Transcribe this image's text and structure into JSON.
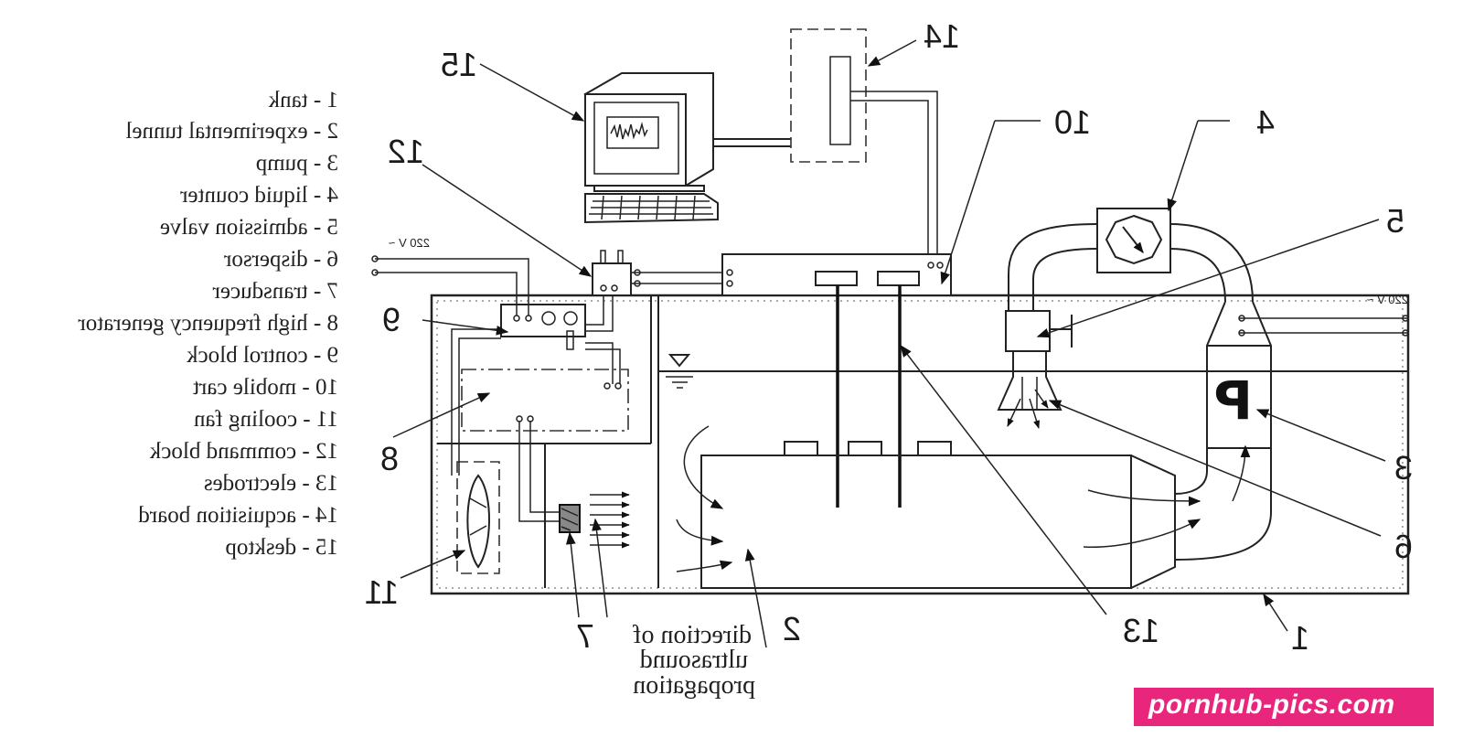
{
  "legend": [
    "1 - tank",
    "2 - experimental tunnel",
    "3 - pump",
    "4 - liquid counter",
    "5 - admission valve",
    "6 - dispersor",
    "7 - transducer",
    "8 - high frequency generator",
    "9 - control block",
    "10 - mobile cart",
    "11 - cooling fan",
    "12 - command block",
    "13 - electrodes",
    "14 - acquisition board",
    "15 - desktop"
  ],
  "callouts": {
    "c1": "1",
    "c2": "2",
    "c3": "3",
    "c4": "4",
    "c5": "5",
    "c6": "6",
    "c7": "7",
    "c8": "8",
    "c9": "9",
    "c10": "10",
    "c11": "11",
    "c12": "12",
    "c13": "13",
    "c14": "14",
    "c15": "15"
  },
  "voltage_left": "220 V ~",
  "voltage_right": "220 V ~",
  "pump_symbol": "P",
  "caption": [
    "direction of",
    "ultrasound",
    "propagation"
  ],
  "watermark": "pornhub-pics.com"
}
